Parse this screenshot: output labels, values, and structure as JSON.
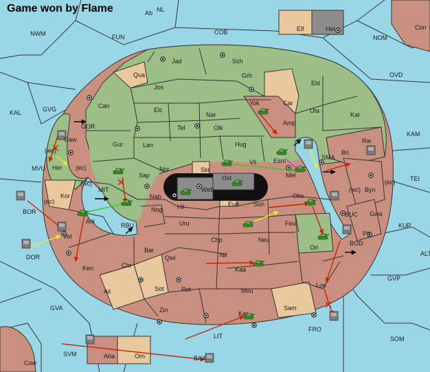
{
  "title": "Game won by Flame",
  "colors": {
    "sea": "#9ad7e6",
    "neutral": "#e8c89c",
    "green_player": "#9bbf87",
    "red_player": "#c99080",
    "grey_block": "#8c8c8c",
    "border": "#333333",
    "move_red": "#cc2200",
    "move_green": "#33cc22",
    "move_yellow": "#eeee22",
    "move_magenta": "#cc33cc"
  },
  "provinces": {
    "land": [
      "Jad",
      "Sch",
      "Qua",
      "Jos",
      "Grh",
      "Can",
      "Elc",
      "Nar",
      "Yok",
      "Car",
      "Eld",
      "Uta",
      "Kat",
      "Tel",
      "Olk",
      "Amp",
      "Gur",
      "Lan",
      "Hug",
      "Rie",
      "Bri",
      "Gaw",
      "Nor",
      "Vil",
      "Esm",
      "Her",
      "Sap",
      "Skr",
      "Ost",
      "Mel",
      "Kor",
      "Web",
      "Eun",
      "Nab",
      "Hil",
      "Sun",
      "Obs",
      "Byn",
      "Ark",
      "Nog",
      "Uru",
      "Feu",
      "Gwa",
      "Pir",
      "Vel",
      "Chp",
      "Neu",
      "Orl",
      "Bar",
      "Qwi",
      "Nil",
      "Ken",
      "Chr",
      "Kaa",
      "Sot",
      "Rot",
      "Mou",
      "Los",
      "Ail",
      "Zin",
      "Sam",
      "Kar",
      "Aba",
      "Orn",
      "Elf",
      "Hel"
    ],
    "sea": [
      "NWM",
      "COB",
      "NOM",
      "Con",
      "FUN",
      "OVD",
      "KAL",
      "GVG",
      "KAM",
      "GOR",
      "MVU",
      "SMA",
      "TEI",
      "MIT",
      "BOR",
      "BUC",
      "KUP",
      "RBU",
      "BOD",
      "DOR",
      "ALT",
      "GVP",
      "GVA",
      "FRO",
      "LIT",
      "SOM",
      "SVM",
      "Cow",
      "BAX"
    ],
    "coasts": [
      "(wc)",
      "(ec)",
      "(wc)",
      "(ec)",
      "(wc)",
      "(ec)"
    ],
    "partial_labels": [
      "NL",
      "Ab"
    ]
  }
}
